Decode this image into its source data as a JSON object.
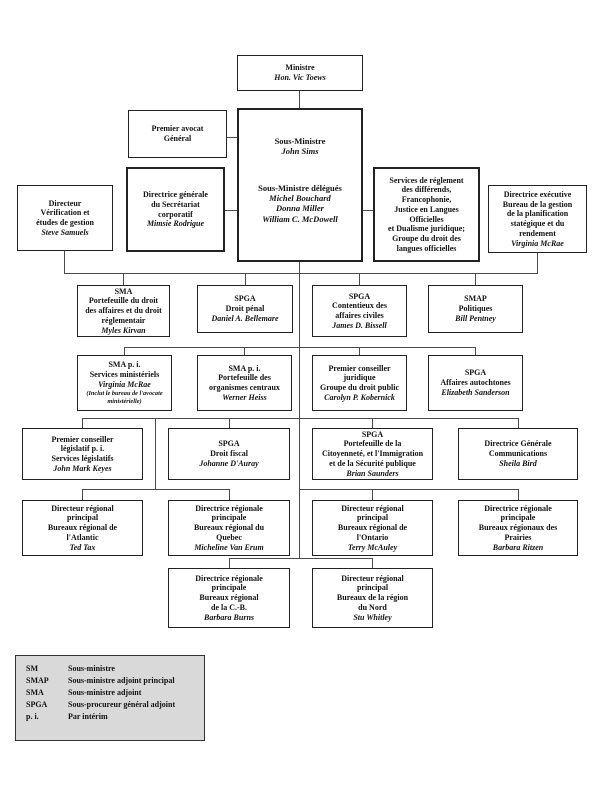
{
  "nodes": {
    "ministre": {
      "title": "Ministre",
      "person": "Hon. Vic Toews"
    },
    "premier_avocat": {
      "title": "Premier avocat\nGénéral"
    },
    "sous_ministre": {
      "title": "Sous-Ministre",
      "person": "John Sims"
    },
    "delegues": {
      "title": "Sous-Ministre délégués",
      "person": "Michel Bouchard\nDonna Miller\nWilliam C. McDowell"
    },
    "directrice_generale": {
      "title": "Directrice générale\ndu Secrétariat\ncorporatif",
      "person": "Mimsie Rodrigue"
    },
    "verification": {
      "title": "Directeur\nVérification et\nétudes de gestion",
      "person": "Steve Samuels"
    },
    "services_reglement": {
      "title": "Services de réglement\ndes différends,\nFrancophonie,\nJustice en Langues\nOfficielles\net Dualisme juridique;\nGroupe du droit des\nlangues officielles"
    },
    "directrice_executive": {
      "title": "Directrice exécutive\nBureau de la gestion\nde la planification\nstatégique et du\nrendement",
      "person": "Virginia McRae"
    },
    "sma_portefeuille": {
      "title": "SMA\nPortefeuille du droit\ndes affaires et du droit\nréglementair",
      "person": "Myles Kirvan"
    },
    "droit_penal": {
      "title": "SPGA\nDroit pénal",
      "person": "Daniel A. Bellemare"
    },
    "contentieux": {
      "title": "SPGA\nContentieux des\naffaires civiles",
      "person": "James D. Bissell"
    },
    "politiques": {
      "title": "SMAP\nPolitiques",
      "person": "Bill Pentney"
    },
    "services_ministeriels": {
      "title": "SMA p. i.\nServices ministériels",
      "person": "Virginia McRae",
      "note": "(Inclut le bureau de l'avocate\nministérielle)"
    },
    "organismes_centraux": {
      "title": "SMA p. i.\nPortefeuille des\norganismes centraux",
      "person": "Werner Heiss"
    },
    "droit_public": {
      "title": "Premier conseiller\njuridique\nGroupe du droit public",
      "person": "Carolyn P. Kobernick"
    },
    "affaires_autochtones": {
      "title": "SPGA\nAffaires autochtones",
      "person": "Elizabeth Sanderson"
    },
    "legislatif": {
      "title": "Premier conseiller\nlégislatif p. i.\nServices législatifs",
      "person": "John Mark Keyes"
    },
    "droit_fiscal": {
      "title": "SPGA\nDroit fiscal",
      "person": "Johanne D'Auray"
    },
    "citoyennete": {
      "title": "SPGA\nPortefeuille de la\nCitoyenneté, et l'Immigration\net de la Sécurité publique",
      "person": "Brian Saunders"
    },
    "communications": {
      "title": "Directrice Générale\nCommunications",
      "person": "Sheila Bird"
    },
    "atlantic": {
      "title": "Directeur régional\nprincipal\nBureaux régional de\nl'Atlantic",
      "person": "Ted Tax"
    },
    "quebec": {
      "title": "Directrice régionale\nprincipale\nBureaux régional du\nQuebec",
      "person": "Micheline Van Erum"
    },
    "ontario": {
      "title": "Directeur régional\nprincipal\nBureaux régional de\nl'Ontario",
      "person": "Terry McAuley"
    },
    "prairies": {
      "title": "Directrice régionale\nprincipale\nBureaux régionaux des\nPrairies",
      "person": "Barbara Ritzen"
    },
    "cb": {
      "title": "Directrice régionale\nprincipale\nBureaux régional\nde la C.-B.",
      "person": "Barbara Burns"
    },
    "nord": {
      "title": "Directeur régional\nprincipal\nBureaux de la région\ndu Nord",
      "person": "Stu Whitley"
    }
  },
  "legend": {
    "items": [
      {
        "abbr": "SM",
        "def": "Sous-ministre"
      },
      {
        "abbr": "SMAP",
        "def": "Sous-ministre adjoint principal"
      },
      {
        "abbr": "SMA",
        "def": "Sous-ministre adjoint"
      },
      {
        "abbr": "SPGA",
        "def": "Sous-procureur général adjoint"
      },
      {
        "abbr": "p. i.",
        "def": "Par intérim"
      }
    ]
  }
}
